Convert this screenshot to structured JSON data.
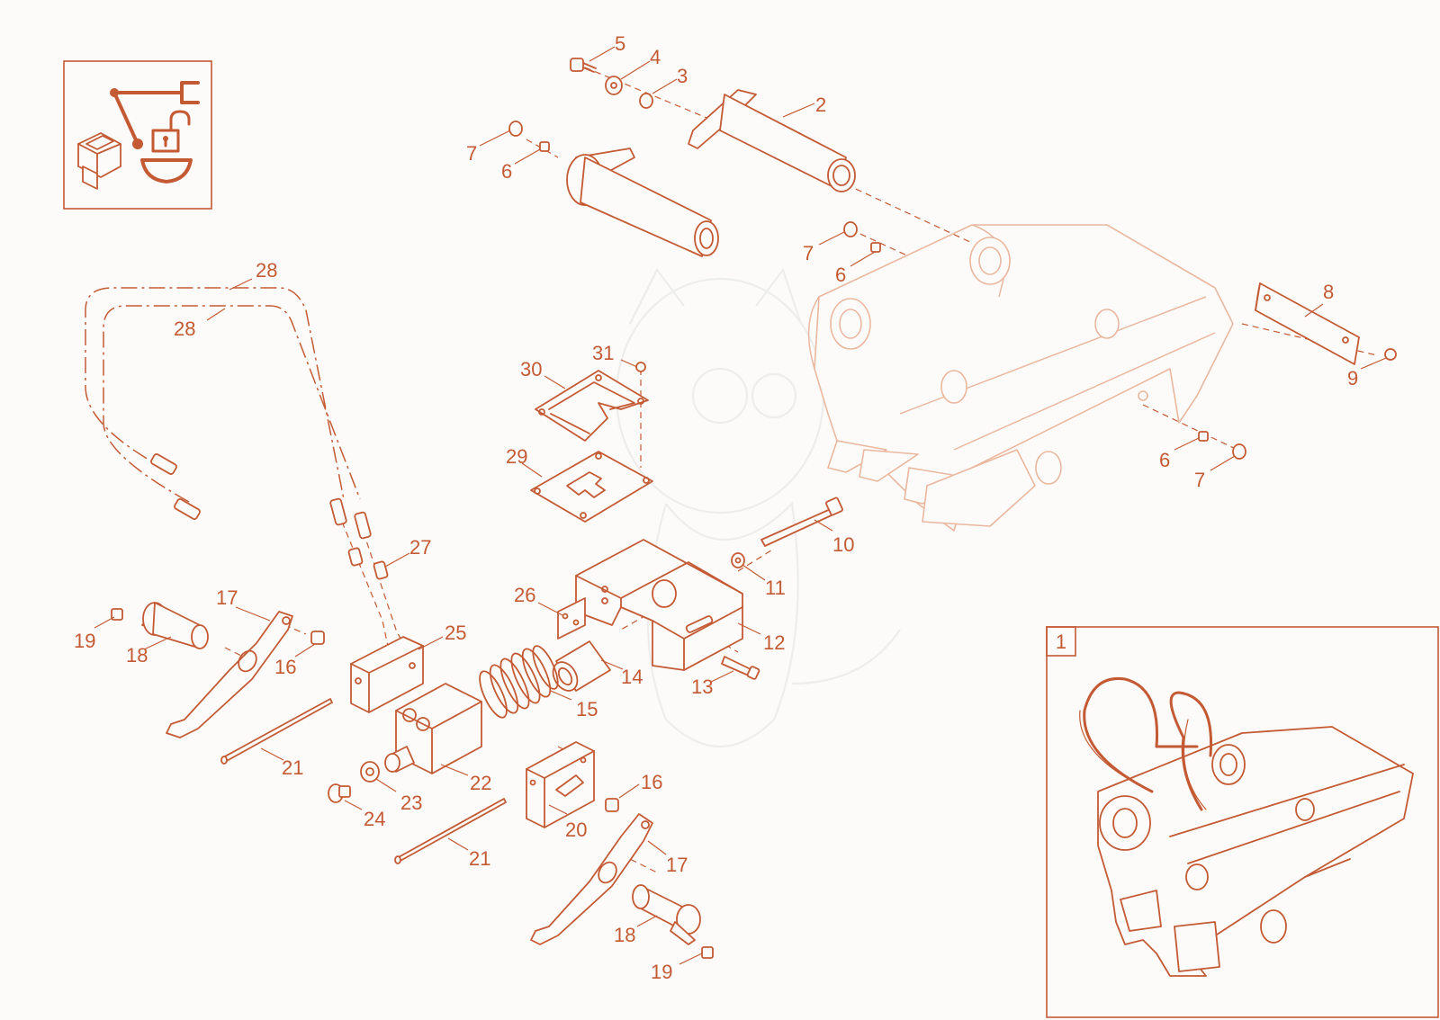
{
  "colors": {
    "accent": "#c45a34",
    "ghost": "#eab79f",
    "background": "#fcfbf9"
  },
  "icons": [
    "quick-coupler-lock-icon",
    "rocker-switch-icon"
  ],
  "inset": {
    "label": "1"
  },
  "callouts": {
    "c2": "2",
    "c3": "3",
    "c4": "4",
    "c5": "5",
    "c6a": "6",
    "c6b": "6",
    "c6c": "6",
    "c7a": "7",
    "c7b": "7",
    "c7c": "7",
    "c8": "8",
    "c9": "9",
    "c10": "10",
    "c11": "11",
    "c12": "12",
    "c13": "13",
    "c14": "14",
    "c15": "15",
    "c16a": "16",
    "c16b": "16",
    "c17a": "17",
    "c17b": "17",
    "c18a": "18",
    "c18b": "18",
    "c19a": "19",
    "c19b": "19",
    "c20": "20",
    "c21a": "21",
    "c21b": "21",
    "c22": "22",
    "c23": "23",
    "c24": "24",
    "c25": "25",
    "c26": "26",
    "c27": "27",
    "c28a": "28",
    "c28b": "28",
    "c29": "29",
    "c30": "30",
    "c31": "31"
  }
}
